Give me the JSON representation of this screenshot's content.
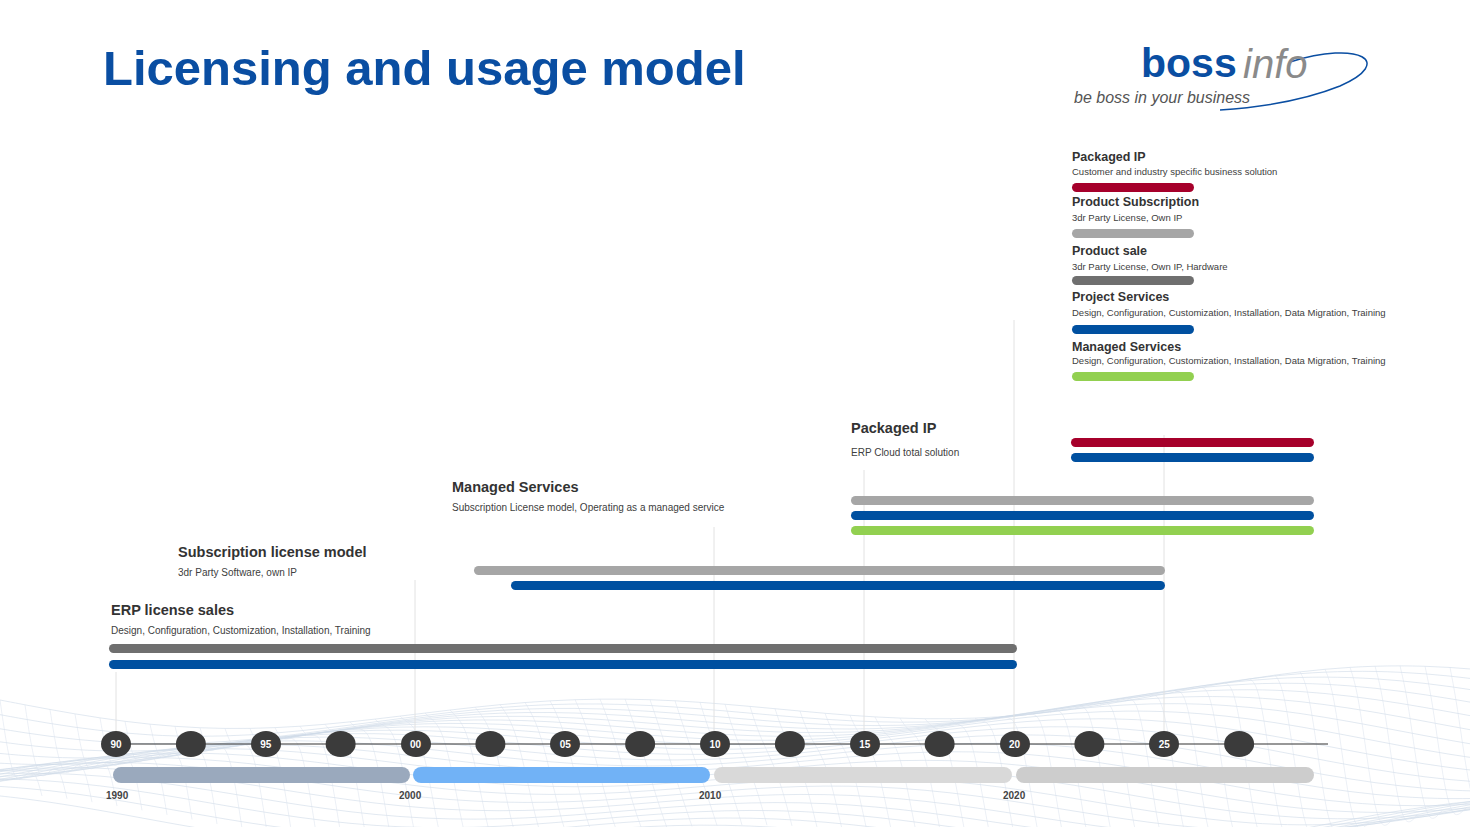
{
  "diagram": {
    "title": "Licensing and usage model",
    "nodes": [
      {
        "text": [
          "ERP license sales",
          "Design, Configuration, Customization, Installation, Training"
        ]
      },
      {
        "text": [
          "Subscription license model",
          "3dr Party Software, own IP"
        ]
      },
      {
        "text": [
          "Managed Services",
          "Subscription License model, Operating as a managed service"
        ]
      },
      {
        "text": [
          "Packaged IP",
          "ERP Cloud total solution"
        ]
      },
      {
        "text": [
          "90"
        ]
      },
      {
        "text": [
          "95"
        ]
      },
      {
        "text": [
          "00"
        ]
      },
      {
        "text": [
          "05"
        ]
      },
      {
        "text": [
          "10"
        ]
      },
      {
        "text": [
          "15"
        ]
      },
      {
        "text": [
          "20"
        ]
      },
      {
        "text": [
          "25"
        ]
      }
    ],
    "labels": [
      "boss",
      "info",
      "be boss in your business",
      "1990",
      "2000",
      "2010",
      "2020",
      "Customer and industry specific business solution",
      "3dr Party License, Own IP",
      "3dr Party License, Own IP, Hardware",
      "Design, Configuration, Customization, Installation, Data Migration, Training",
      "Design, Configuration, Customization, Installation, Data Migration, Training"
    ],
    "legend": [
      {
        "text": "Packaged IP",
        "color": "#a6002b"
      },
      {
        "text": "Product Subscription",
        "color": "#a6a6a6"
      },
      {
        "text": "Product sale",
        "color": "#6f6f6f"
      },
      {
        "text": "Project Services",
        "color": "#0050a0"
      },
      {
        "text": "Managed Services",
        "color": "#92d050"
      }
    ]
  }
}
